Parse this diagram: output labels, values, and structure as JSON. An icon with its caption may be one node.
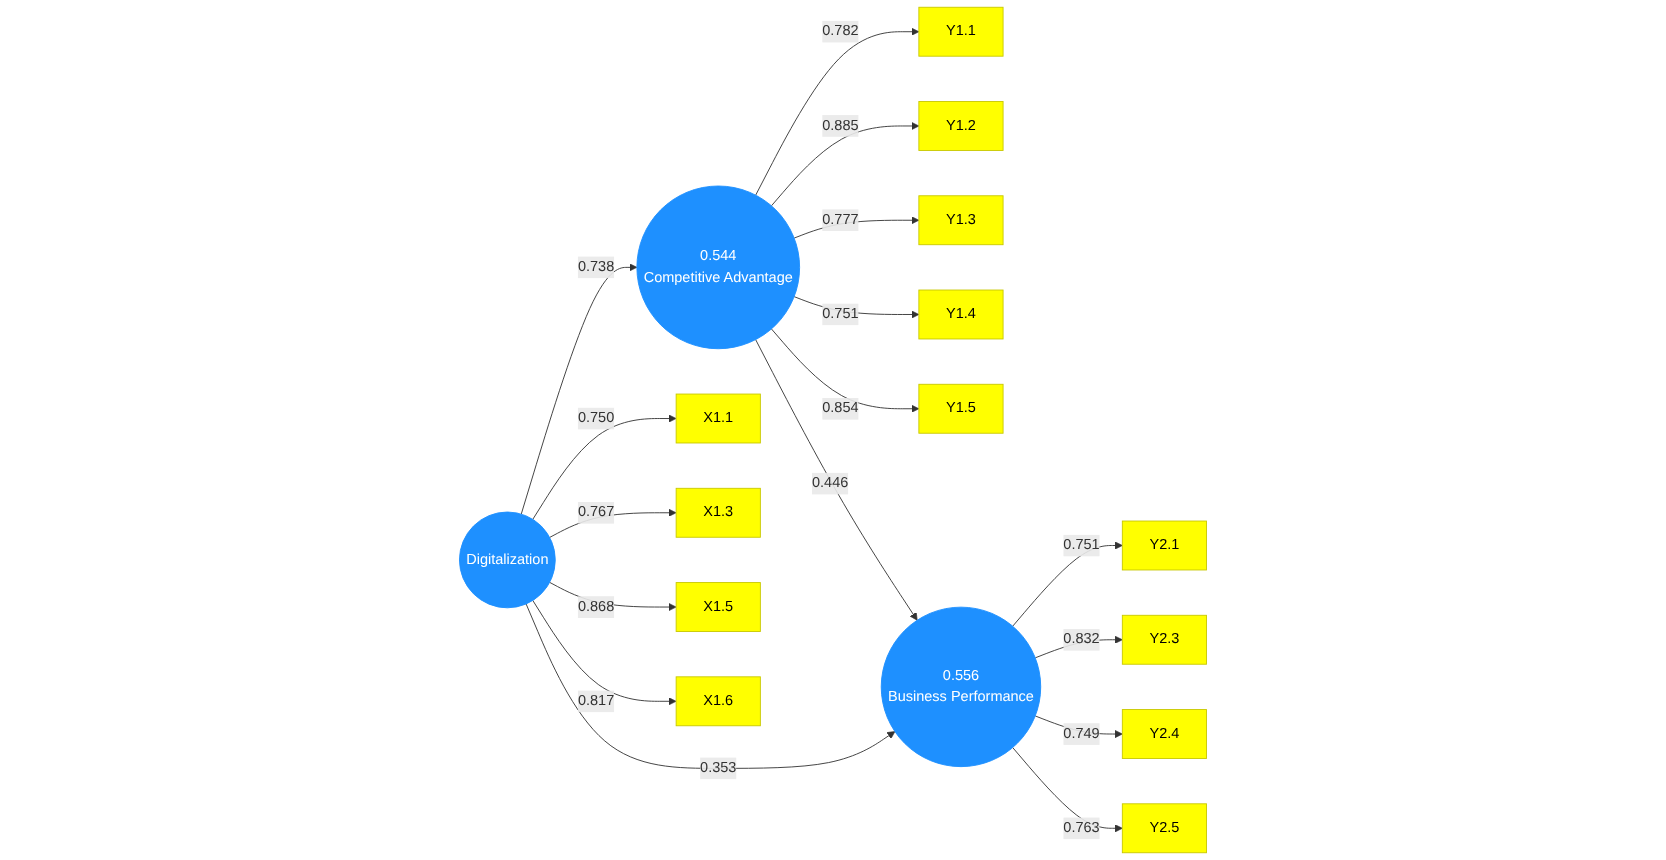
{
  "diagram": {
    "nodes": [
      {
        "text": [
          "Y1.1"
        ]
      },
      {
        "text": [
          "Y1.2"
        ]
      },
      {
        "text": [
          "Y1.3"
        ]
      },
      {
        "text": [
          "Y1.4"
        ]
      },
      {
        "text": [
          "Y1.5"
        ]
      },
      {
        "text": [
          "0.544",
          "Competitive Advantage"
        ]
      },
      {
        "text": [
          "X1.1"
        ]
      },
      {
        "text": [
          "X1.3"
        ]
      },
      {
        "text": [
          "X1.5"
        ]
      },
      {
        "text": [
          "X1.6"
        ]
      },
      {
        "text": [
          "Digitalization"
        ]
      },
      {
        "text": [
          "0.556",
          "Business Performance"
        ]
      },
      {
        "text": [
          "Y2.1"
        ]
      },
      {
        "text": [
          "Y2.3"
        ]
      },
      {
        "text": [
          "Y2.4"
        ]
      },
      {
        "text": [
          "Y2.5"
        ]
      }
    ],
    "edges": [
      {
        "from": 5,
        "to": 0,
        "arrow": "to",
        "label": "0.782"
      },
      {
        "from": 5,
        "to": 1,
        "arrow": "to",
        "label": "0.885"
      },
      {
        "from": 5,
        "to": 2,
        "arrow": "to",
        "label": "0.777"
      },
      {
        "from": 5,
        "to": 3,
        "arrow": "to",
        "label": "0.751"
      },
      {
        "from": 5,
        "to": 4,
        "arrow": "to",
        "label": "0.854"
      },
      {
        "from": 10,
        "to": 5,
        "arrow": "to",
        "label": "0.738"
      },
      {
        "from": 5,
        "to": 11,
        "arrow": "to",
        "label": "0.446"
      },
      {
        "from": 10,
        "to": 6,
        "arrow": "to",
        "label": "0.750"
      },
      {
        "from": 10,
        "to": 7,
        "arrow": "to",
        "label": "0.767"
      },
      {
        "from": 10,
        "to": 8,
        "arrow": "to",
        "label": "0.868"
      },
      {
        "from": 10,
        "to": 9,
        "arrow": "to",
        "label": "0.817"
      },
      {
        "from": 10,
        "to": 11,
        "arrow": "to",
        "label": "0.353"
      },
      {
        "from": 11,
        "to": 12,
        "arrow": "to",
        "label": "0.751"
      },
      {
        "from": 11,
        "to": 13,
        "arrow": "to",
        "label": "0.832"
      },
      {
        "from": 11,
        "to": 14,
        "arrow": "to",
        "label": "0.749"
      },
      {
        "from": 11,
        "to": 15,
        "arrow": "to",
        "label": "0.763"
      }
    ]
  }
}
